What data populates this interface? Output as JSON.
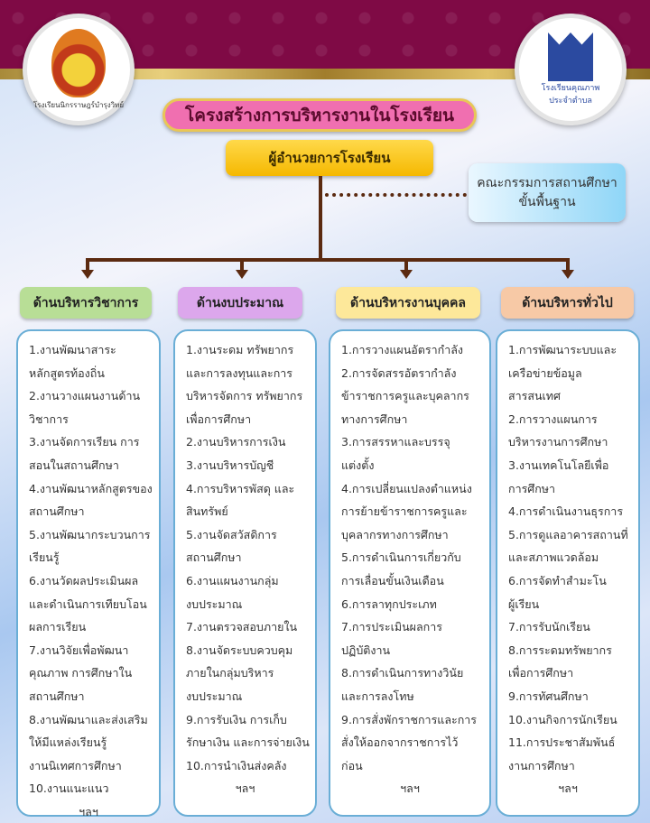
{
  "logos": {
    "left_text": "โรงเรียนนิกรราษฎร์บำรุงวิทย์",
    "right_text": [
      "โรงเรียนคุณภาพ",
      "ประจำตำบล"
    ]
  },
  "title": "โครงสร้างการบริหารงานในโรงเรียน",
  "director": "ผู้อำนวยการโรงเรียน",
  "committee": [
    "คณะกรรมการสถานศึกษา",
    "ขั้นพื้นฐาน"
  ],
  "colors": {
    "band": "#7f0a45",
    "academic": "#b8de96",
    "budget": "#dca7ec",
    "personnel": "#fde89a",
    "general": "#f7c9a6",
    "connector": "#5b2a10"
  },
  "departments": [
    {
      "header": "ด้านบริหารวิชาการ",
      "lines": [
        "1.งานพัฒนาสาระ",
        "หลักสูตรท้องถิ่น",
        "2.งานวางแผนงานด้าน",
        "วิชาการ",
        "3.งานจัดการเรียน การ",
        "สอนในสถานศึกษา",
        "4.งานพัฒนาหลักสูตรของ",
        "สถานศึกษา",
        "5.งานพัฒนากระบวนการ",
        "เรียนรู้",
        "6.งานวัดผลประเมินผล",
        "และดำเนินการเทียบโอน",
        "ผลการเรียน",
        "7.งานวิจัยเพื่อพัฒนา",
        "คุณภาพ การศึกษาใน",
        "สถานศึกษา",
        "8.งานพัฒนาและส่งเสริม",
        "ให้มีแหล่งเรียนรู้",
        "งานนิเทศการศึกษา",
        "10.งานแนะแนว"
      ],
      "etc": "ฯลฯ"
    },
    {
      "header": "ด้านงบประมาณ",
      "lines": [
        "1.งานระดม ทรัพยากร",
        "และการลงทุนและการ",
        "บริหารจัดการ ทรัพยากร",
        "เพื่อการศึกษา",
        "2.งานบริหารการเงิน",
        "3.งานบริหารบัญชี",
        "4.การบริหารพัสดุ และ",
        "สินทรัพย์",
        "5.งานจัดสวัสดิการ",
        "สถานศึกษา",
        "6.งานแผนงานกลุ่ม",
        "งบประมาณ",
        "7.งานตรวจสอบภายใน",
        "8.งานจัดระบบควบคุม",
        "ภายในกลุ่มบริหาร",
        "งบประมาณ",
        "9.การรับเงิน การเก็บ",
        "รักษาเงิน และการจ่ายเงิน",
        "10.การนำเงินส่งคลัง"
      ],
      "etc": "ฯลฯ"
    },
    {
      "header": "ด้านบริหารงานบุคคล",
      "lines": [
        "1.การวางแผนอัตรากำลัง",
        "2.การจัดสรรอัตรากำลัง",
        "ข้าราชการครูและบุคลากร",
        "ทางการศึกษา",
        "3.การสรรหาและบรรจุ",
        "แต่งตั้ง",
        "4.การเปลี่ยนแปลงตำแหน่ง",
        "การย้ายข้าราชการครูและ",
        "บุคลากรทางการศึกษา",
        "5.การดำเนินการเกี่ยวกับ",
        "การเลื่อนขั้นเงินเดือน",
        "6.การลาทุกประเภท",
        "7.การประเมินผลการ",
        "ปฏิบัติงาน",
        "8.การดำเนินการทางวินัย",
        "และการลงโทษ",
        "9.การสั่งพักราชการและการ",
        "สั่งให้ออกจากราชการไว้",
        "ก่อน"
      ],
      "etc": "ฯลฯ"
    },
    {
      "header": "ด้านบริหารทั่วไป",
      "lines": [
        "1.การพัฒนาระบบและ",
        "เครือข่ายข้อมูล",
        "สารสนเทศ",
        "2.การวางแผนการ",
        "บริหารงานการศึกษา",
        "3.งานเทคโนโลยีเพื่อ",
        "การศึกษา",
        "4.การดำเนินงานธุรการ",
        "5.การดูแลอาคารสถานที่",
        "และสภาพแวดล้อม",
        "6.การจัดทำสำมะโน",
        "ผู้เรียน",
        "7.การรับนักเรียน",
        "8.การระดมทรัพยากร",
        "เพื่อการศึกษา",
        "9.การทัศนศึกษา",
        "10.งานกิจการนักเรียน",
        "11.การประชาสัมพันธ์",
        "งานการศึกษา"
      ],
      "etc": "ฯลฯ"
    }
  ]
}
